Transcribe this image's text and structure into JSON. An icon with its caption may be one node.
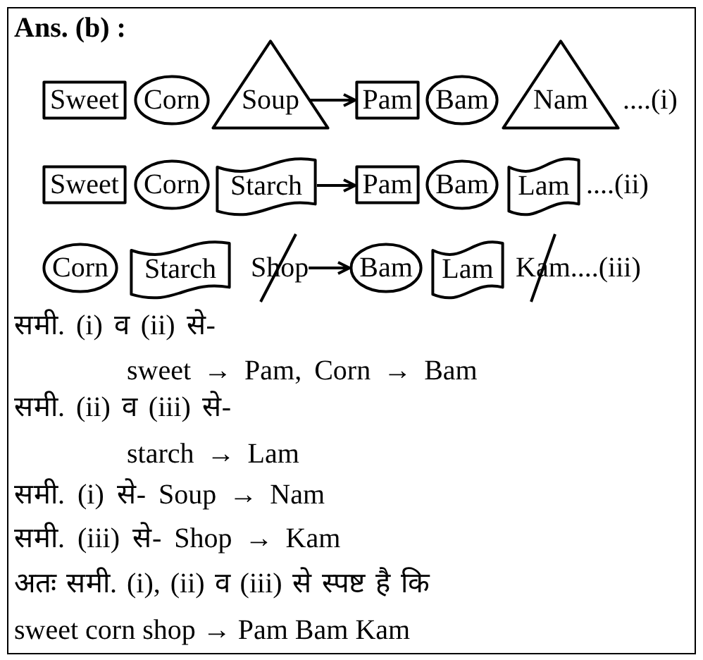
{
  "diagram": {
    "title": "Ans. (b) :",
    "nodes": [
      {
        "text": [
          "Sweet"
        ]
      },
      {
        "text": [
          "Corn"
        ]
      },
      {
        "text": [
          "Soup"
        ]
      },
      {
        "text": [
          "Pam"
        ]
      },
      {
        "text": [
          "Bam"
        ]
      },
      {
        "text": [
          "Nam"
        ]
      },
      {
        "text": [
          "Sweet"
        ]
      },
      {
        "text": [
          "Corn"
        ]
      },
      {
        "text": [
          "Starch"
        ]
      },
      {
        "text": [
          "Pam"
        ]
      },
      {
        "text": [
          "Bam"
        ]
      },
      {
        "text": [
          "Lam"
        ]
      },
      {
        "text": [
          "Corn"
        ]
      },
      {
        "text": [
          "Starch"
        ]
      },
      {
        "text": [
          "Shop"
        ]
      },
      {
        "text": [
          "Bam"
        ]
      },
      {
        "text": [
          "Lam"
        ]
      }
    ],
    "edges": [
      {
        "from": 2,
        "to": 3,
        "arrow": "to"
      },
      {
        "from": 8,
        "to": 9,
        "arrow": "to"
      },
      {
        "from": 14,
        "to": 15,
        "arrow": "to"
      }
    ],
    "labels": [
      "....(i)",
      "....(ii)",
      "Kam",
      "....(iii)",
      "समी. (i) व (ii) से-",
      "sweet → Pam, Corn → Bam",
      "समी. (ii) व (iii) से-",
      "starch → Lam",
      "समी. (i) से- Soup → Nam",
      "समी. (iii) से- Shop → Kam",
      "अतः समी. (i), (ii) व (iii) से स्पष्ट है कि",
      "sweet corn shop → Pam Bam Kam"
    ]
  }
}
